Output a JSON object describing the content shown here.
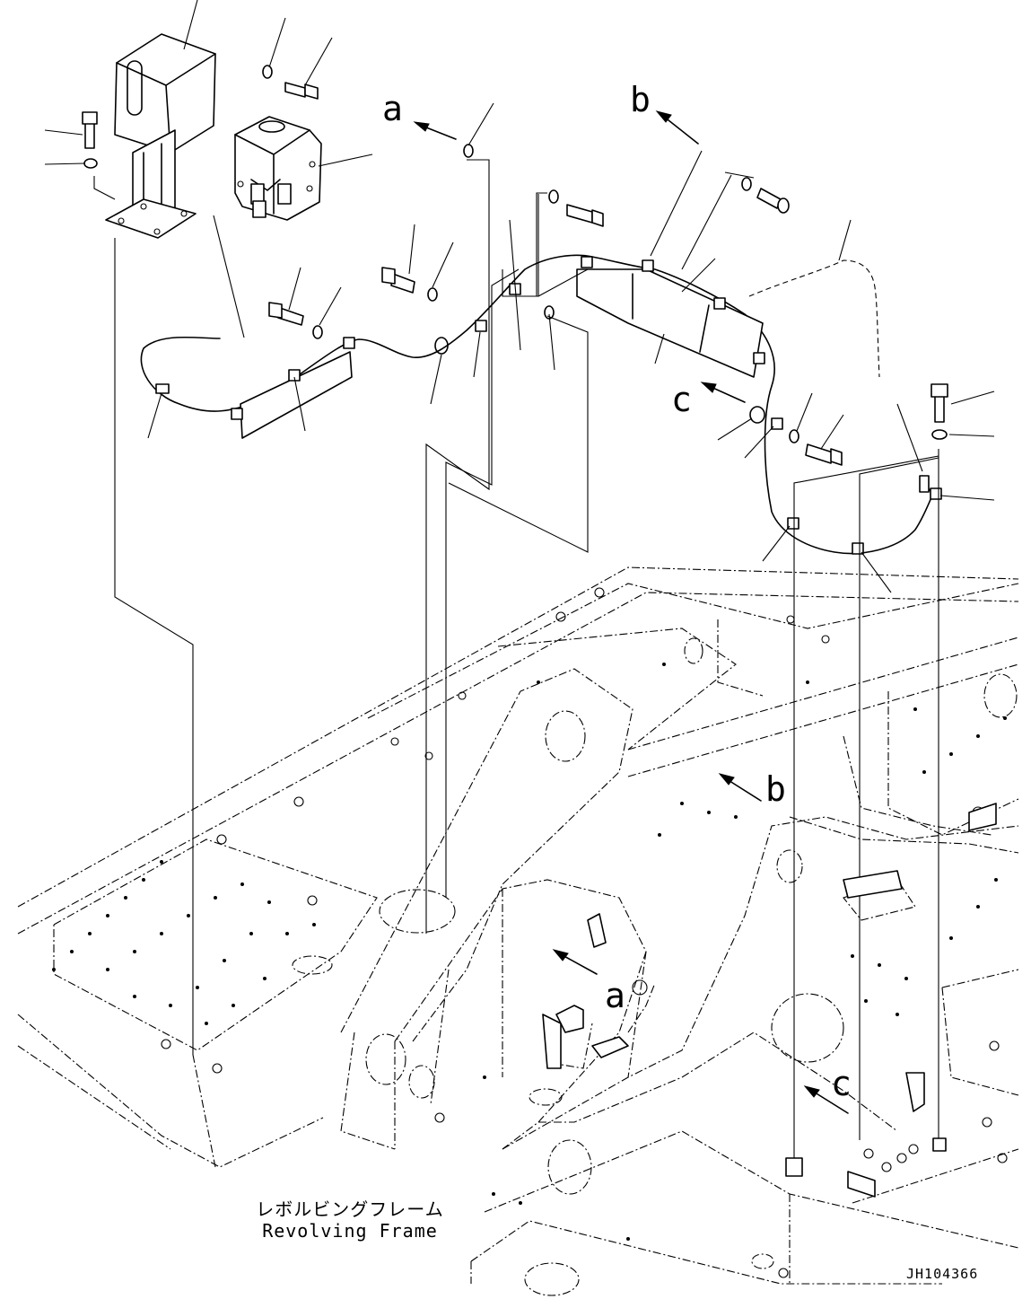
{
  "labels": {
    "a_top": "a",
    "b_top": "b",
    "c_top": "c",
    "b_frame": "b",
    "a_frame": "a",
    "c_frame": "c"
  },
  "caption": {
    "japanese": "レボルビングフレーム",
    "english": "Revolving Frame"
  },
  "drawing_code": "JH104366"
}
